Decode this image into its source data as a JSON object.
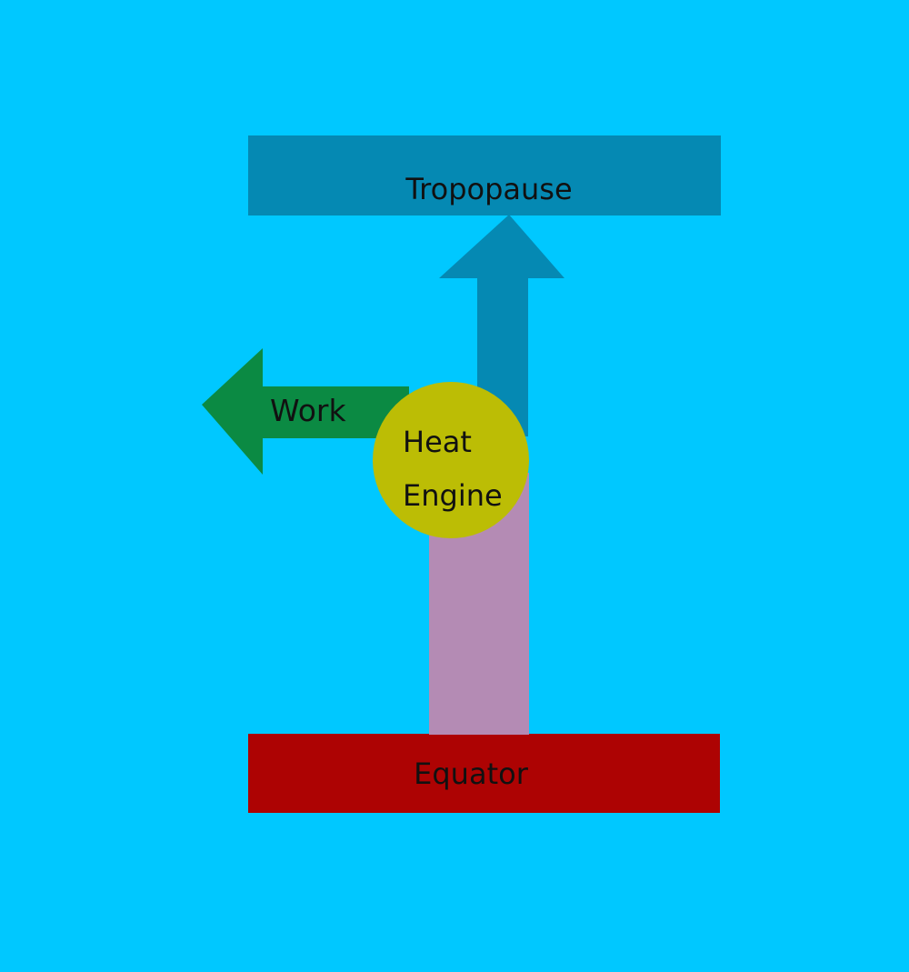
{
  "diagram": {
    "top_label": "Tropopause",
    "bottom_label": "Equator",
    "work_label": "Work",
    "engine_label_line1": "Heat",
    "engine_label_line2": "Engine"
  },
  "colors": {
    "background": "#00c8ff",
    "tropopause": "#0589b3",
    "equator": "#ad0303",
    "work_arrow": "#0b8a43",
    "heat_engine": "#bcbd05",
    "heat_flow": "#b48bb4"
  }
}
